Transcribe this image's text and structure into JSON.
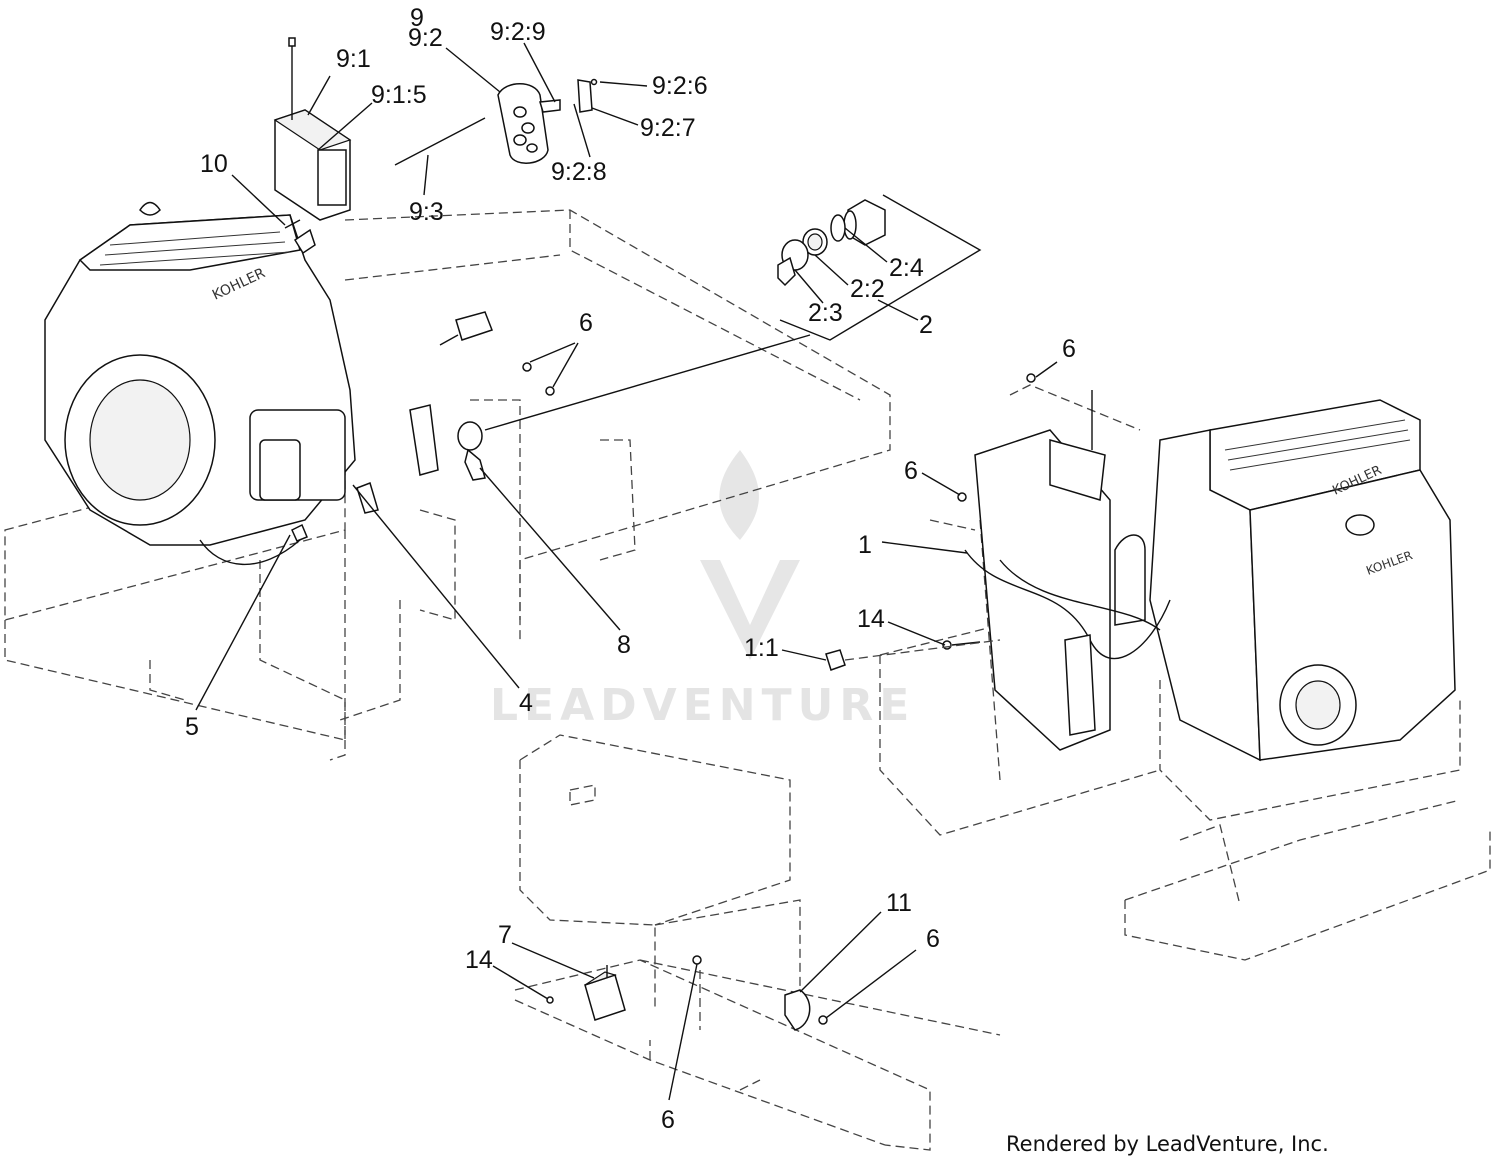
{
  "watermark": {
    "brand": "LEADVENTURE"
  },
  "footer": {
    "credit": "Rendered by LeadVenture, Inc."
  },
  "engine_brand": {
    "top": "KOHLER",
    "right_top": "KOHLER",
    "right_side": "KOHLER"
  },
  "callouts": {
    "c9": "9",
    "c9_2": "9:2",
    "c9_1": "9:1",
    "c9_2_9": "9:2:9",
    "c9_1_5": "9:1:5",
    "c9_2_6": "9:2:6",
    "c9_2_7": "9:2:7",
    "c9_2_8": "9:2:8",
    "c9_3": "9:3",
    "c10": "10",
    "c2_4": "2:4",
    "c2_2": "2:2",
    "c2_3": "2:3",
    "c2": "2",
    "c6_a": "6",
    "c6_b": "6",
    "c6_c": "6",
    "c6_d": "6",
    "c6_e": "6",
    "c1": "1",
    "c14_a": "14",
    "c1_1": "1:1",
    "c8": "8",
    "c4": "4",
    "c5": "5",
    "c7": "7",
    "c14_b": "14",
    "c11": "11"
  }
}
